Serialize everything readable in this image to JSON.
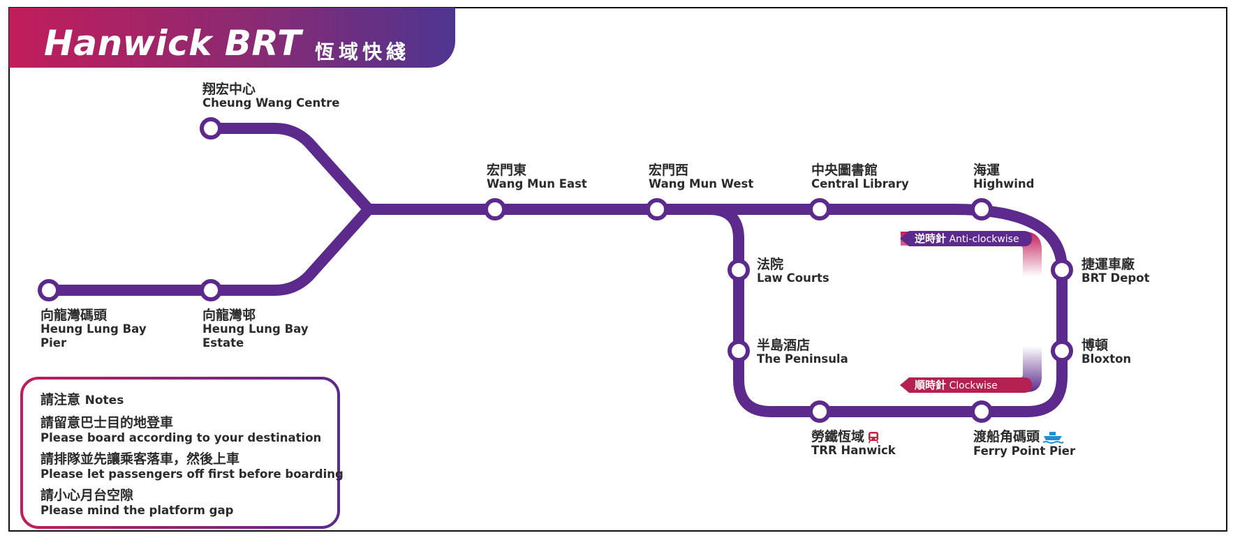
{
  "header": {
    "title_en": "Hanwick BRT",
    "title_zh": "恆域快綫"
  },
  "colors": {
    "line": "#5b2a8c",
    "banner_left": "#c21d5a",
    "banner_right": "#4e3590",
    "clockwise": "#b5214f",
    "anticlockwise": "#5b2a8c"
  },
  "stations": {
    "cheung_wang": {
      "zh": "翔宏中心",
      "en": "Cheung Wang Centre"
    },
    "hlb_pier": {
      "zh": "向龍灣碼頭",
      "en1": "Heung Lung Bay",
      "en2": "Pier"
    },
    "hlb_estate": {
      "zh": "向龍灣邨",
      "en1": "Heung Lung Bay",
      "en2": "Estate"
    },
    "wang_mun_east": {
      "zh": "宏門東",
      "en": "Wang Mun East"
    },
    "wang_mun_west": {
      "zh": "宏門西",
      "en": "Wang Mun West"
    },
    "central_library": {
      "zh": "中央圖書館",
      "en": "Central Library"
    },
    "highwind": {
      "zh": "海運",
      "en": "Highwind"
    },
    "law_courts": {
      "zh": "法院",
      "en": "Law Courts"
    },
    "peninsula": {
      "zh": "半島酒店",
      "en": "The Peninsula"
    },
    "brt_depot": {
      "zh": "捷運車廠",
      "en": "BRT Depot"
    },
    "bloxton": {
      "zh": "博頓",
      "en": "Bloxton"
    },
    "trr_hanwick": {
      "zh": "勞鐵恆域",
      "en": "TRR Hanwick",
      "icon": "train-icon"
    },
    "ferry_point": {
      "zh": "渡船角碼頭",
      "en": "Ferry Point Pier",
      "icon": "ferry-icon"
    }
  },
  "directions": {
    "anticlockwise": {
      "zh": "逆時針",
      "en": "Anti-clockwise"
    },
    "clockwise": {
      "zh": "順時針",
      "en": "Clockwise"
    }
  },
  "notes": {
    "title_zh": "請注意",
    "title_en": "Notes",
    "items": [
      {
        "zh": "請留意巴士目的地登車",
        "en": "Please board according to your destination"
      },
      {
        "zh": "請排隊並先讓乘客落車，然後上車",
        "en": "Please let passengers off first before boarding"
      },
      {
        "zh": "請小心月台空隙",
        "en": "Please mind the platform gap"
      }
    ]
  }
}
